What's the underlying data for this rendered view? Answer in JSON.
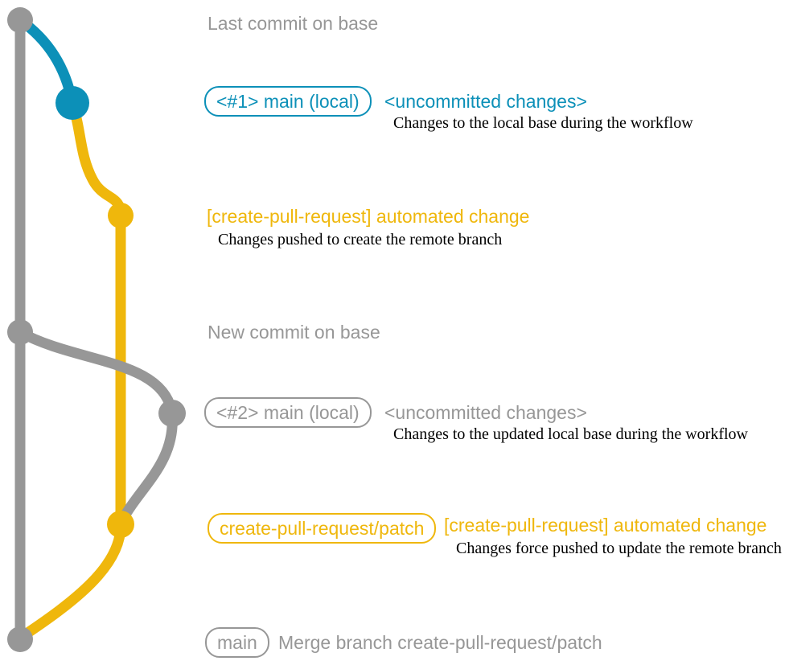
{
  "palette": {
    "gray": "#979797",
    "blue": "#0C90B8",
    "yellow": "#EFB70C",
    "ink": "#000000",
    "background": "#FFFFFF"
  },
  "annotations": {
    "last_commit": {
      "title": "Last commit on base"
    },
    "local_main_1": {
      "branch_pill": "<#1> main (local)",
      "heading": "<uncommitted changes>",
      "description": "Changes to the local base during the workflow"
    },
    "patch_commit_1": {
      "heading": "[create-pull-request] automated change",
      "description": "Changes pushed to create the remote branch"
    },
    "new_commit": {
      "title": "New commit on base"
    },
    "local_main_2": {
      "branch_pill": "<#2> main (local)",
      "heading": "<uncommitted changes>",
      "description": "Changes to the updated local base during the workflow"
    },
    "patch_commit_2": {
      "branch_pill": "create-pull-request/patch",
      "heading": "[create-pull-request] automated change",
      "description": "Changes force pushed to update the remote branch"
    },
    "merge_commit": {
      "branch_pill": "main",
      "title": "Merge branch create-pull-request/patch"
    }
  }
}
